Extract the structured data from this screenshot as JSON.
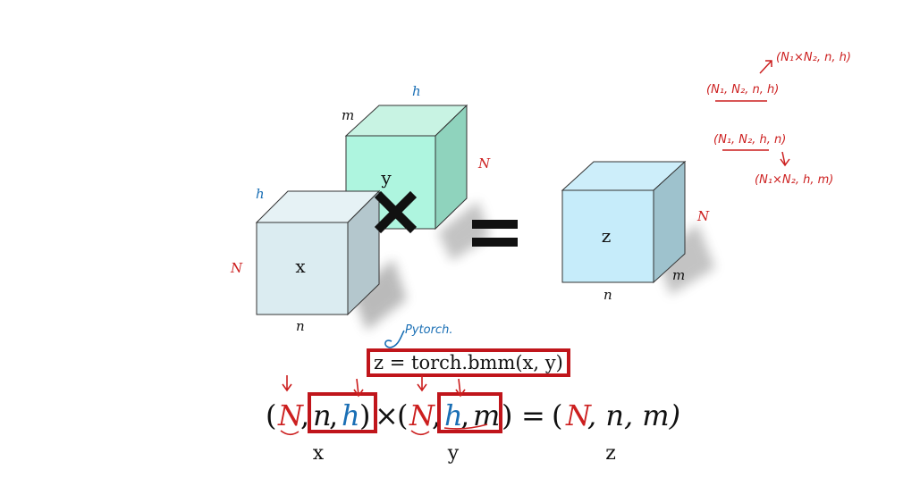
{
  "cube_x": {
    "name": "x",
    "top": "h",
    "side": "N",
    "bottom": "n"
  },
  "cube_y": {
    "name": "y",
    "top": "h",
    "left_top": "m",
    "side": "N"
  },
  "cube_z": {
    "name": "z",
    "side": "N",
    "bottom": "n",
    "depth": "m"
  },
  "code_line": "z = torch.bmm(x, y)",
  "pytorch_note": "Pytorch.",
  "equation": {
    "x_open": "(",
    "x_N": "N",
    "x_comma1": ",",
    "x_n": "n",
    "x_comma2": ",",
    "x_h": "h",
    "x_close": ")",
    "times": "×",
    "y_open": "(",
    "y_N": "N",
    "y_comma1": ",",
    "y_h": "h",
    "y_comma2": ",",
    "y_m": "m",
    "y_close": ")",
    "equals": "=",
    "z_open": "(",
    "z_N": "N",
    "z_rest": ", n, m)"
  },
  "under_labels": {
    "x": "x",
    "y": "y",
    "z": "z"
  },
  "notes": {
    "line1": "(N₁×N₂, n, h)",
    "line2": "(N₁, N₂, n, h)",
    "line3": "(N₁, N₂, h, n)",
    "line4": "(N₁×N₂, h, m)"
  },
  "colors": {
    "red": "#cc1f1f",
    "blue": "#1a6fb5",
    "box": "#c0151b"
  }
}
